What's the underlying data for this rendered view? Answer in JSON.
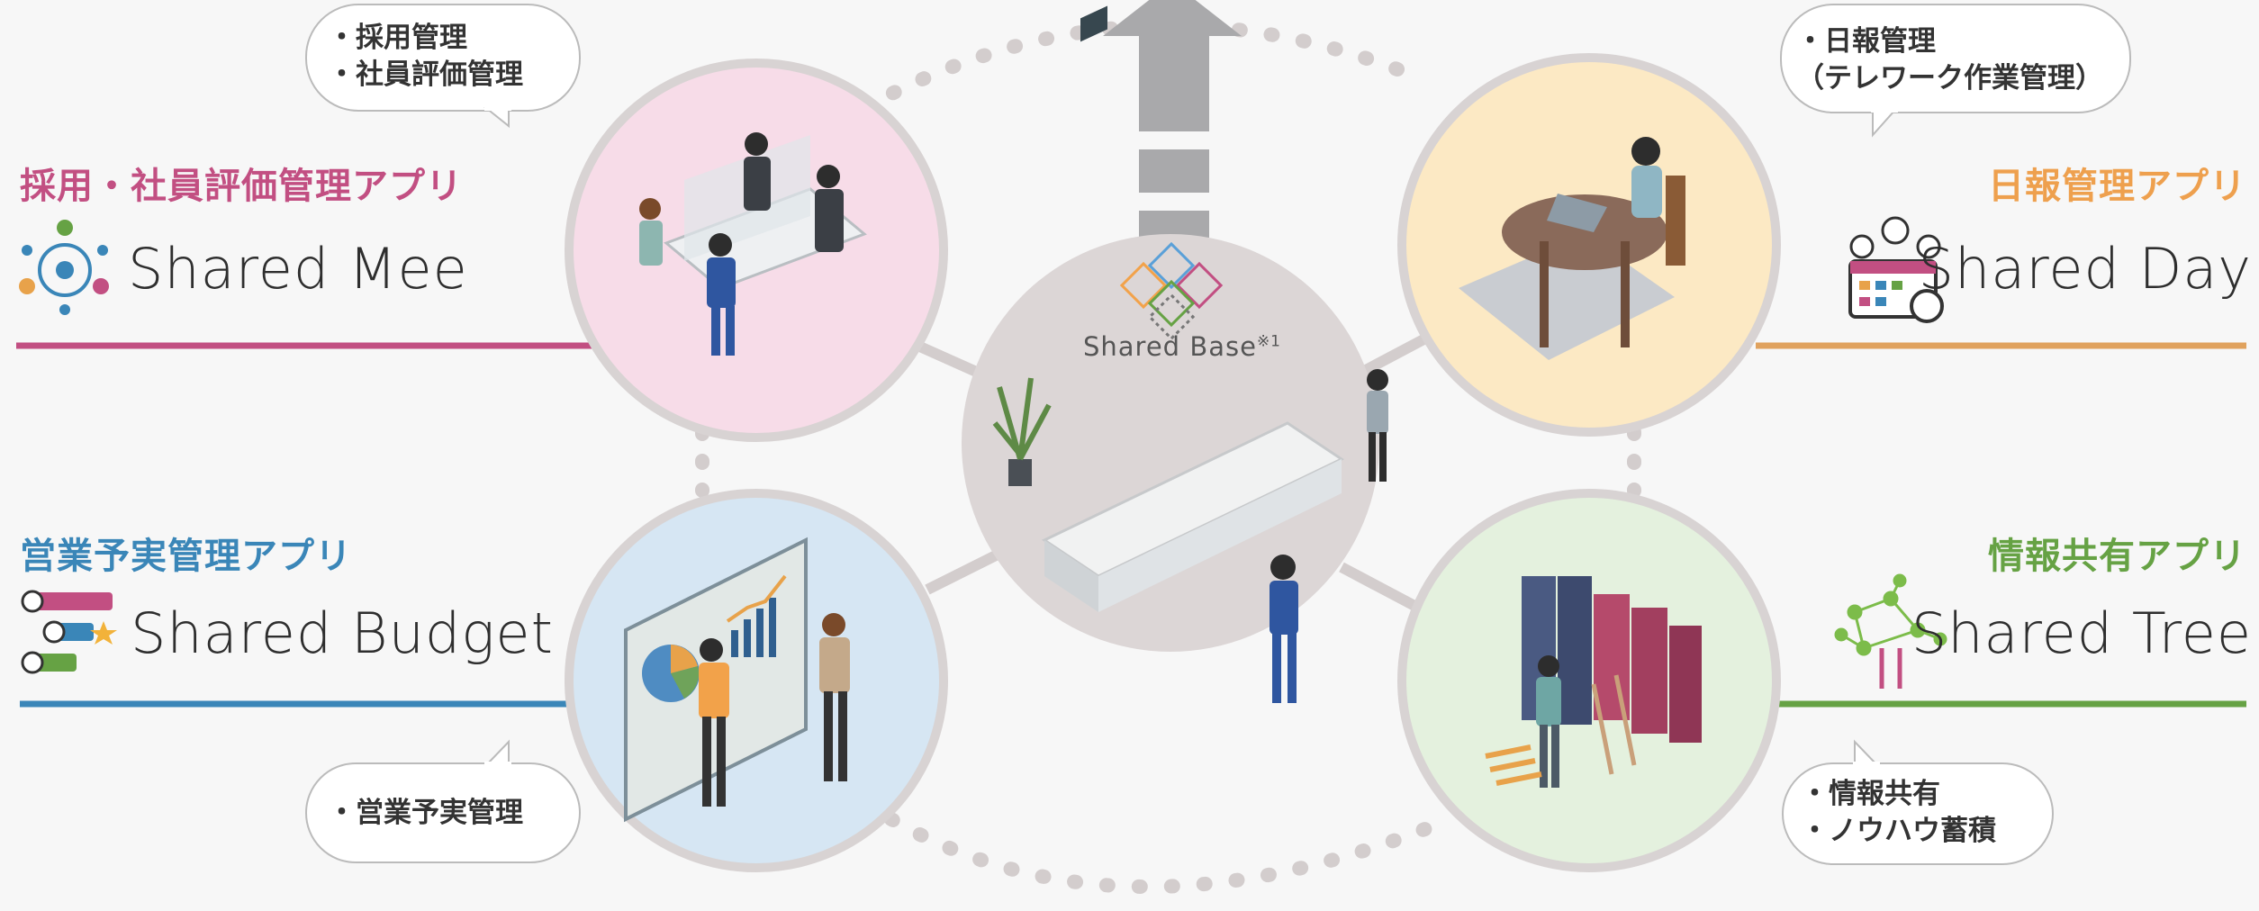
{
  "center": {
    "name": "Shared Base",
    "note_mark": "※1"
  },
  "apps": [
    {
      "id": "mee",
      "category": "採用・社員評価管理アプリ",
      "name": "Shared Mee",
      "color": "#c24f82",
      "circle_color": "#f7dce8",
      "bubble": [
        "・採用管理",
        "・社員評価管理"
      ]
    },
    {
      "id": "day",
      "category": "日報管理アプリ",
      "name": "Shared Day",
      "color": "#eea04e",
      "circle_color": "#fce9c4",
      "bubble": [
        "・日報管理",
        "（テレワーク作業管理）"
      ]
    },
    {
      "id": "budget",
      "category": "営業予実管理アプリ",
      "name": "Shared Budget",
      "color": "#3a86b8",
      "circle_color": "#d6e6f3",
      "bubble": [
        "・営業予実管理"
      ]
    },
    {
      "id": "tree",
      "category": "情報共有アプリ",
      "name": "Shared Tree",
      "color": "#66a244",
      "circle_color": "#e4f1de",
      "bubble": [
        "・情報共有",
        "・ノウハウ蓄積"
      ]
    }
  ],
  "colors": {
    "ring": "#d8d3d3",
    "connector": "#d3cdcd",
    "arrow": "#a9a9ab",
    "center_fill": "#dcd6d6"
  }
}
